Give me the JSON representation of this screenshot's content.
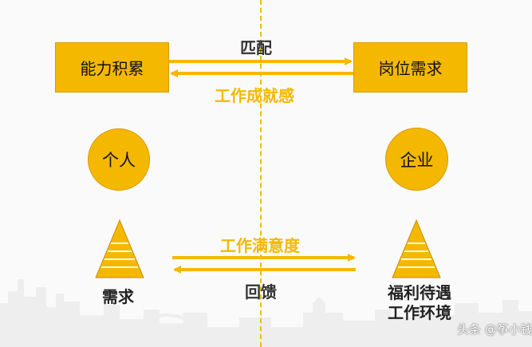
{
  "diagram": {
    "left_box": "能力积累",
    "right_box": "岗位需求",
    "top_forward_label": "匹配",
    "top_return_label": "工作成就感",
    "left_circle": "个人",
    "right_circle": "企业",
    "bottom_forward_label": "工作满意度",
    "bottom_return_label": "回馈",
    "left_pyramid_caption": "需求",
    "right_pyramid_caption_lines": [
      "福利待遇",
      "工作环境"
    ]
  },
  "watermark": "头条 @筝小钱",
  "colors": {
    "accent": "#f5b800",
    "text_dark": "#333333",
    "background": "#fafafa"
  }
}
